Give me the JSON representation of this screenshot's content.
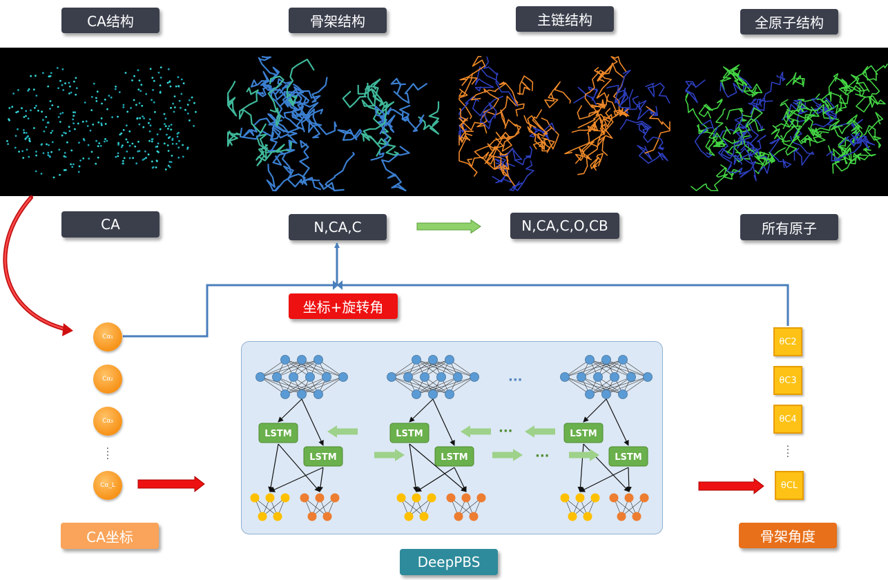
{
  "top_labels": {
    "ca_structure": "CA结构",
    "backbone_structure": "骨架结构",
    "mainchain_structure": "主链结构",
    "allatom_structure": "全原子结构"
  },
  "atom_labels": {
    "ca": "CA",
    "ncac": "N,CA,C",
    "ncacocb": "N,CA,C,O,CB",
    "all_atoms": "所有原子"
  },
  "coord_rotation_label": "坐标+旋转角",
  "ca_nodes": [
    "Cα₁",
    "Cα₂",
    "Cα₃",
    "Cα_L"
  ],
  "theta_nodes": [
    "θC2",
    "θC3",
    "θC4",
    "θCL"
  ],
  "lstm_label": "LSTM",
  "ellipsis": "···",
  "bottom_labels": {
    "ca_coords": "CA坐标",
    "backbone_angles": "骨架角度",
    "model_name": "DeepPBS"
  },
  "colors": {
    "label_dark": "#3b3f4c",
    "label_red": "#ee1111",
    "ca_coord_orange": "#f9a45a",
    "angle_orange": "#e8701a",
    "model_teal": "#2e8b9b",
    "lstm_green": "#6ab04c",
    "nn_blue": "#5b9bd5",
    "nn_yellow": "#ffc000",
    "nn_orange": "#ed7d31",
    "connector_blue": "#4a7ebb",
    "arrow_green": "#8fd16a"
  },
  "structure_panels": [
    {
      "name": "ca-structure-image",
      "style": "cyan points"
    },
    {
      "name": "backbone-structure-image",
      "style": "blue-green trace"
    },
    {
      "name": "mainchain-structure-image",
      "style": "orange sticks"
    },
    {
      "name": "allatom-structure-image",
      "style": "green sticks"
    }
  ]
}
